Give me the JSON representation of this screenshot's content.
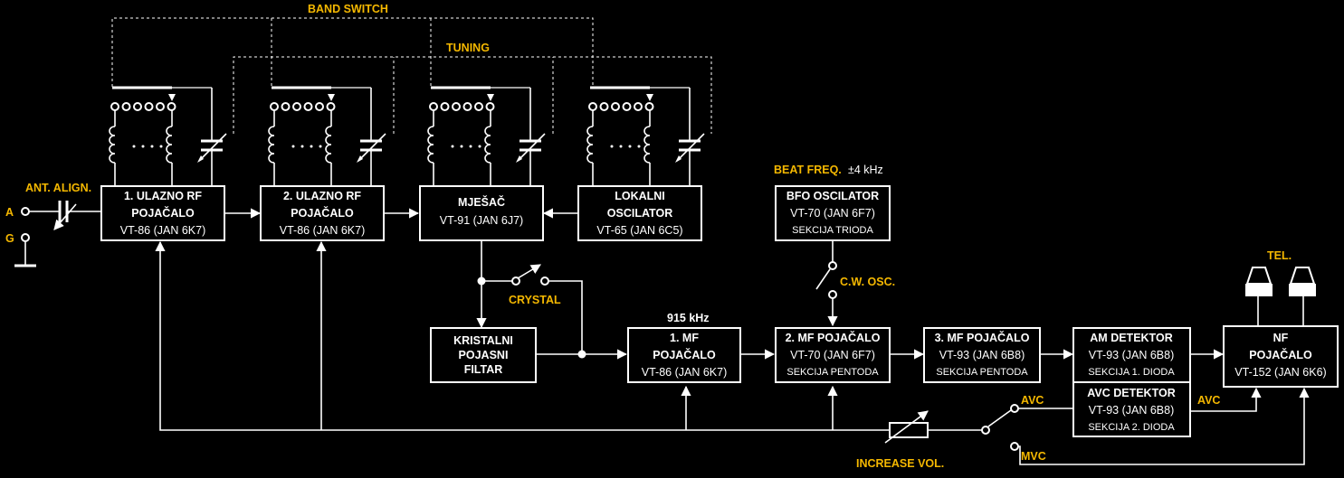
{
  "labels": {
    "band_switch": "BAND SWITCH",
    "tuning": "TUNING",
    "ant_align": "ANT. ALIGN.",
    "terminal_a": "A",
    "terminal_g": "G",
    "beat_freq": "BEAT FREQ.",
    "beat_freq_value": "±4 kHz",
    "crystal": "CRYSTAL",
    "if_freq": "915 kHz",
    "cw_osc": "C.W. OSC.",
    "avc_switch": "AVC",
    "avc_out": "AVC",
    "mvc": "MVC",
    "increase_vol": "INCREASE VOL.",
    "tel": "TEL."
  },
  "blocks": {
    "rf1": {
      "title1": "1. ULAZNO RF",
      "title2": "POJAČALO",
      "tube": "VT-86 (JAN 6K7)"
    },
    "rf2": {
      "title1": "2. ULAZNO RF",
      "title2": "POJAČALO",
      "tube": "VT-86 (JAN 6K7)"
    },
    "mixer": {
      "title1": "MJEŠAČ",
      "tube": "VT-91 (JAN 6J7)"
    },
    "lo": {
      "title1": "LOKALNI",
      "title2": "OSCILATOR",
      "tube": "VT-65 (JAN 6C5)"
    },
    "bfo": {
      "title1": "BFO OSCILATOR",
      "tube": "VT-70 (JAN 6F7)",
      "note": "SEKCIJA TRIODA"
    },
    "crystal_filter": {
      "title1": "KRISTALNI",
      "title2": "POJASNI",
      "title3": "FILTAR"
    },
    "if1": {
      "title1": "1. MF",
      "title2": "POJAČALO",
      "tube": "VT-86 (JAN 6K7)"
    },
    "if2": {
      "title1": "2. MF POJAČALO",
      "tube": "VT-70 (JAN 6F7)",
      "note": "SEKCIJA PENTODA"
    },
    "if3": {
      "title1": "3. MF POJAČALO",
      "tube": "VT-93 (JAN 6B8)",
      "note": "SEKCIJA PENTODA"
    },
    "am_det": {
      "title1": "AM DETEKTOR",
      "tube": "VT-93 (JAN 6B8)",
      "note": "SEKCIJA 1. DIODA"
    },
    "avc_det": {
      "title1": "AVC DETEKTOR",
      "tube": "VT-93 (JAN 6B8)",
      "note": "SEKCIJA 2. DIODA"
    },
    "af": {
      "title1": "NF",
      "title2": "POJAČALO",
      "tube": "VT-152 (JAN 6K6)"
    }
  },
  "colors": {
    "background": "#000000",
    "line": "#ffffff",
    "label_accent": "#f5b800"
  }
}
